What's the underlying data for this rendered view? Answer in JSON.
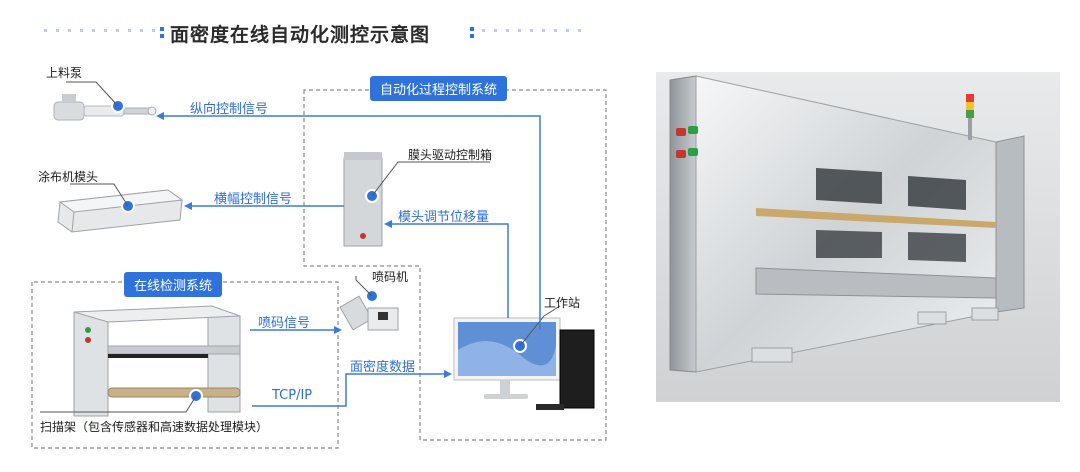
{
  "title": "面密度在线自动化测控示意图",
  "systems": {
    "auto_control": "自动化过程控制系统",
    "online_detect": "在线检测系统"
  },
  "devices": {
    "feed_pump": "上料泵",
    "coater_die": "涂布机模头",
    "die_controller": "膜头驱动控制箱",
    "printer": "喷码机",
    "workstation": "工作站",
    "scanner": "扫描架（包含传感器和高速数据处理模块）"
  },
  "signals": {
    "longitudinal": "纵向控制信号",
    "transverse": "横幅控制信号",
    "die_shift": "模头调节位移量",
    "print_signal": "喷码信号",
    "density_data": "面密度数据",
    "tcpip": "TCP/IP"
  },
  "colors": {
    "accent": "#2f72db",
    "arrow": "#3b7be0",
    "dash": "#8a8a8a"
  }
}
